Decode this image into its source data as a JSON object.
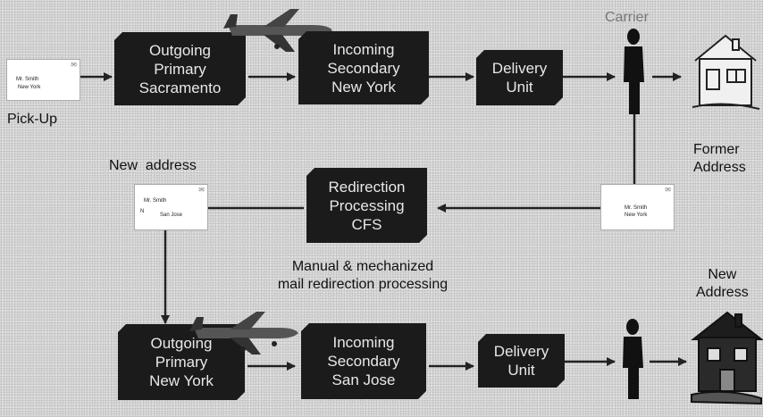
{
  "top_row": {
    "pickup_label": "Pick-Up",
    "envelope_line1": "Mr. Smith",
    "envelope_line2": "New York",
    "outgoing": "Outgoing\nPrimary\nSacramento",
    "incoming": "Incoming\nSecondary\nNew York",
    "delivery": "Delivery\nUnit",
    "carrier_label": "Carrier",
    "former_address_label": "Former\nAddress"
  },
  "middle_row": {
    "new_address_label": "New  address",
    "new_envelope_line1": "Mr. Smith",
    "new_envelope_line2": "San Jose",
    "new_envelope_mark": "N",
    "redirection": "Redirection\nProcessing\nCFS",
    "returned_envelope_line1": "Mr. Smith",
    "returned_envelope_line2": "New York",
    "processing_note": "Manual & mechanized\nmail redirection processing"
  },
  "bottom_row": {
    "new_address_label": "New\nAddress",
    "outgoing": "Outgoing\nPrimary\nNew York",
    "incoming": "Incoming\nSecondary\nSan Jose",
    "delivery": "Delivery\nUnit"
  },
  "colors": {
    "box": "#1b1b1b",
    "box_text": "#e8e8e8",
    "arrow": "#222222"
  }
}
